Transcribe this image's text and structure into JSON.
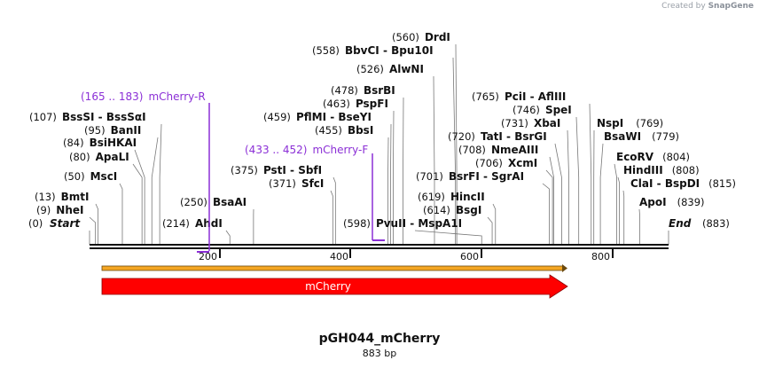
{
  "app": {
    "created_by": "Created by",
    "brand": "SnapGene"
  },
  "map": {
    "name": "pGH044_mCherry",
    "length_label": "883 bp",
    "length": 883,
    "start_label": "Start",
    "start_pos": "(0)",
    "end_label": "End",
    "end_pos": "(883)",
    "ticks": [
      "200",
      "400",
      "600",
      "800"
    ]
  },
  "sites": [
    {
      "name": "NheI",
      "pos": "(9)"
    },
    {
      "name": "BmtI",
      "pos": "(13)"
    },
    {
      "name": "MscI",
      "pos": "(50)"
    },
    {
      "name": "ApaLI",
      "pos": "(80)"
    },
    {
      "name": "BsiHKAI",
      "pos": "(84)"
    },
    {
      "name": "BanII",
      "pos": "(95)"
    },
    {
      "name": "BssSI - BssSαI",
      "pos": "(107)"
    },
    {
      "name": "AhdI",
      "pos": "(214)"
    },
    {
      "name": "BsaAI",
      "pos": "(250)"
    },
    {
      "name": "SfcI",
      "pos": "(371)"
    },
    {
      "name": "PstI - SbfI",
      "pos": "(375)"
    },
    {
      "name": "BbsI",
      "pos": "(455)"
    },
    {
      "name": "PflMI - BseYI",
      "pos": "(459)"
    },
    {
      "name": "PspFI",
      "pos": "(463)"
    },
    {
      "name": "BsrBI",
      "pos": "(478)"
    },
    {
      "name": "AlwNI",
      "pos": "(526)"
    },
    {
      "name": "BbvCI - Bpu10I",
      "pos": "(558)"
    },
    {
      "name": "DrdI",
      "pos": "(560)"
    },
    {
      "name": "PvuII - MspA1I",
      "pos": "(598)"
    },
    {
      "name": "BsgI",
      "pos": "(614)"
    },
    {
      "name": "HincII",
      "pos": "(619)"
    },
    {
      "name": "BsrFI - SgrAI",
      "pos": "(701)"
    },
    {
      "name": "XcmI",
      "pos": "(706)"
    },
    {
      "name": "NmeAIII",
      "pos": "(708)"
    },
    {
      "name": "TatI - BsrGI",
      "pos": "(720)"
    },
    {
      "name": "XbaI",
      "pos": "(731)"
    },
    {
      "name": "SpeI",
      "pos": "(746)"
    },
    {
      "name": "PciI - AflIII",
      "pos": "(765)"
    },
    {
      "name": "NspI",
      "pos": "(769)"
    },
    {
      "name": "BsaWI",
      "pos": "(779)"
    },
    {
      "name": "EcoRV",
      "pos": "(804)"
    },
    {
      "name": "HindIII",
      "pos": "(808)"
    },
    {
      "name": "ClaI - BspDI",
      "pos": "(815)"
    },
    {
      "name": "ApoI",
      "pos": "(839)"
    }
  ],
  "primers": [
    {
      "range": "(165 .. 183)",
      "name": "mCherry-R",
      "start": 165,
      "end": 183,
      "color": "#8b2fd6"
    },
    {
      "range": "(433 .. 452)",
      "name": "mCherry-F",
      "start": 433,
      "end": 452,
      "color": "#8b2fd6"
    }
  ],
  "features": [
    {
      "name": "mCherry",
      "type": "gene",
      "color": "#ff0000"
    },
    {
      "name": "",
      "type": "orf",
      "color": "#f4a623"
    }
  ]
}
